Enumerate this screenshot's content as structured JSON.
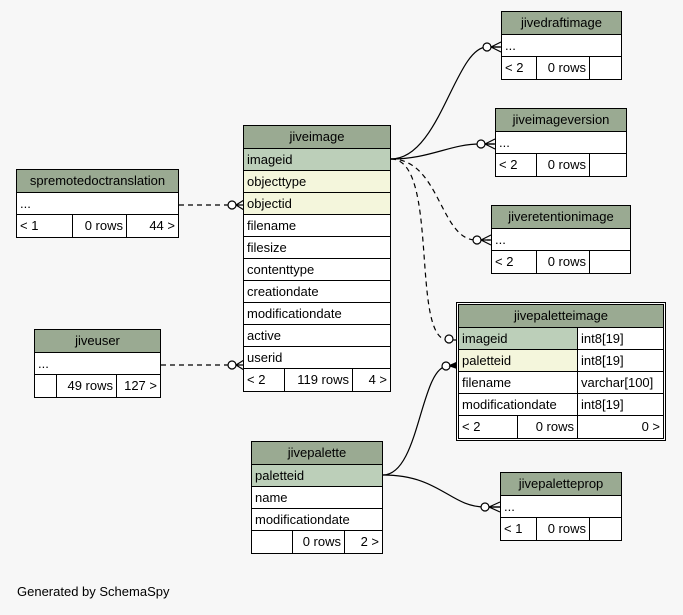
{
  "footer": "Generated by SchemaSpy",
  "tables": {
    "spremotedoctranslation": {
      "name": "spremotedoctranslation",
      "rows": [
        "..."
      ],
      "meta": [
        "< 1",
        "0 rows",
        "44 >"
      ]
    },
    "jiveuser": {
      "name": "jiveuser",
      "rows": [
        "..."
      ],
      "meta": [
        "",
        "49 rows",
        "127 >"
      ]
    },
    "jiveimage": {
      "name": "jiveimage",
      "rows": [
        "imageid",
        "objecttype",
        "objectid",
        "filename",
        "filesize",
        "contenttype",
        "creationdate",
        "modificationdate",
        "active",
        "userid"
      ],
      "meta": [
        "< 2",
        "119 rows",
        "4 >"
      ]
    },
    "jivepalette": {
      "name": "jivepalette",
      "rows": [
        "paletteid",
        "name",
        "modificationdate"
      ],
      "meta": [
        "",
        "0 rows",
        "2 >"
      ]
    },
    "jivedraftimage": {
      "name": "jivedraftimage",
      "rows": [
        "..."
      ],
      "meta": [
        "< 2",
        "0 rows",
        ""
      ]
    },
    "jiveimageversion": {
      "name": "jiveimageversion",
      "rows": [
        "..."
      ],
      "meta": [
        "< 2",
        "0 rows",
        ""
      ]
    },
    "jiveretentionimage": {
      "name": "jiveretentionimage",
      "rows": [
        "..."
      ],
      "meta": [
        "< 2",
        "0 rows",
        ""
      ]
    },
    "jivepaletteimage": {
      "name": "jivepaletteimage",
      "rows": [
        {
          "col": "imageid",
          "type": "int8[19]"
        },
        {
          "col": "paletteid",
          "type": "int8[19]"
        },
        {
          "col": "filename",
          "type": "varchar[100]"
        },
        {
          "col": "modificationdate",
          "type": "int8[19]"
        }
      ],
      "meta": [
        "< 2",
        "0 rows",
        "0 >"
      ]
    },
    "jivepaletteprop": {
      "name": "jivepaletteprop",
      "rows": [
        "..."
      ],
      "meta": [
        "< 1",
        "0 rows",
        ""
      ]
    }
  },
  "colors": {
    "header": "#9aaa92",
    "primary_key": "#bccfb9",
    "foreign_key": "#f4f6dc",
    "background": "#f7f7f7"
  }
}
